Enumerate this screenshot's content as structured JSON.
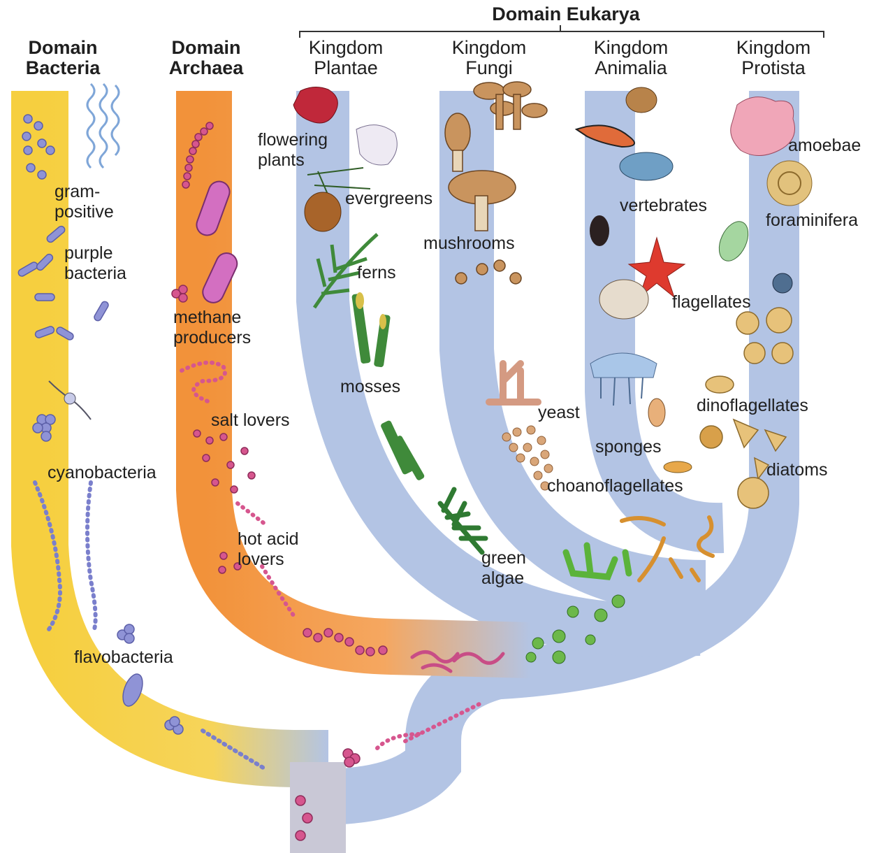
{
  "headers": {
    "eukarya": "Domain Eukarya",
    "bacteria": "Domain\nBacteria",
    "archaea": "Domain\nArchaea",
    "plantae": "Kingdom\nPlantae",
    "fungi": "Kingdom\nFungi",
    "animalia": "Kingdom\nAnimalia",
    "protista": "Kingdom\nProtista"
  },
  "labels": {
    "gram_positive": "gram-\npositive",
    "purple_bacteria": "purple\nbacteria",
    "cyanobacteria": "cyanobacteria",
    "flavobacteria": "flavobacteria",
    "methane_producers": "methane\nproducers",
    "salt_lovers": "salt lovers",
    "hot_acid_lovers": "hot acid\nlovers",
    "flowering_plants": "flowering\nplants",
    "evergreens": "evergreens",
    "ferns": "ferns",
    "mosses": "mosses",
    "green_algae": "green\nalgae",
    "mushrooms": "mushrooms",
    "yeast": "yeast",
    "vertebrates": "vertebrates",
    "sponges": "sponges",
    "choanoflagellates": "choanoflagellates",
    "amoebae": "amoebae",
    "foraminifera": "foraminifera",
    "flagellates": "flagellates",
    "dinoflagellates": "dinoflagellates",
    "diatoms": "diatoms"
  },
  "colors": {
    "bacteria": "#f6cf3f",
    "archaea": "#f2923a",
    "eukarya": "#b3c4e4",
    "cell_blue": "#8f93d6",
    "cell_pink": "#d6568e",
    "plant_green": "#3f8a3a",
    "algae_green": "#5bb33a"
  }
}
